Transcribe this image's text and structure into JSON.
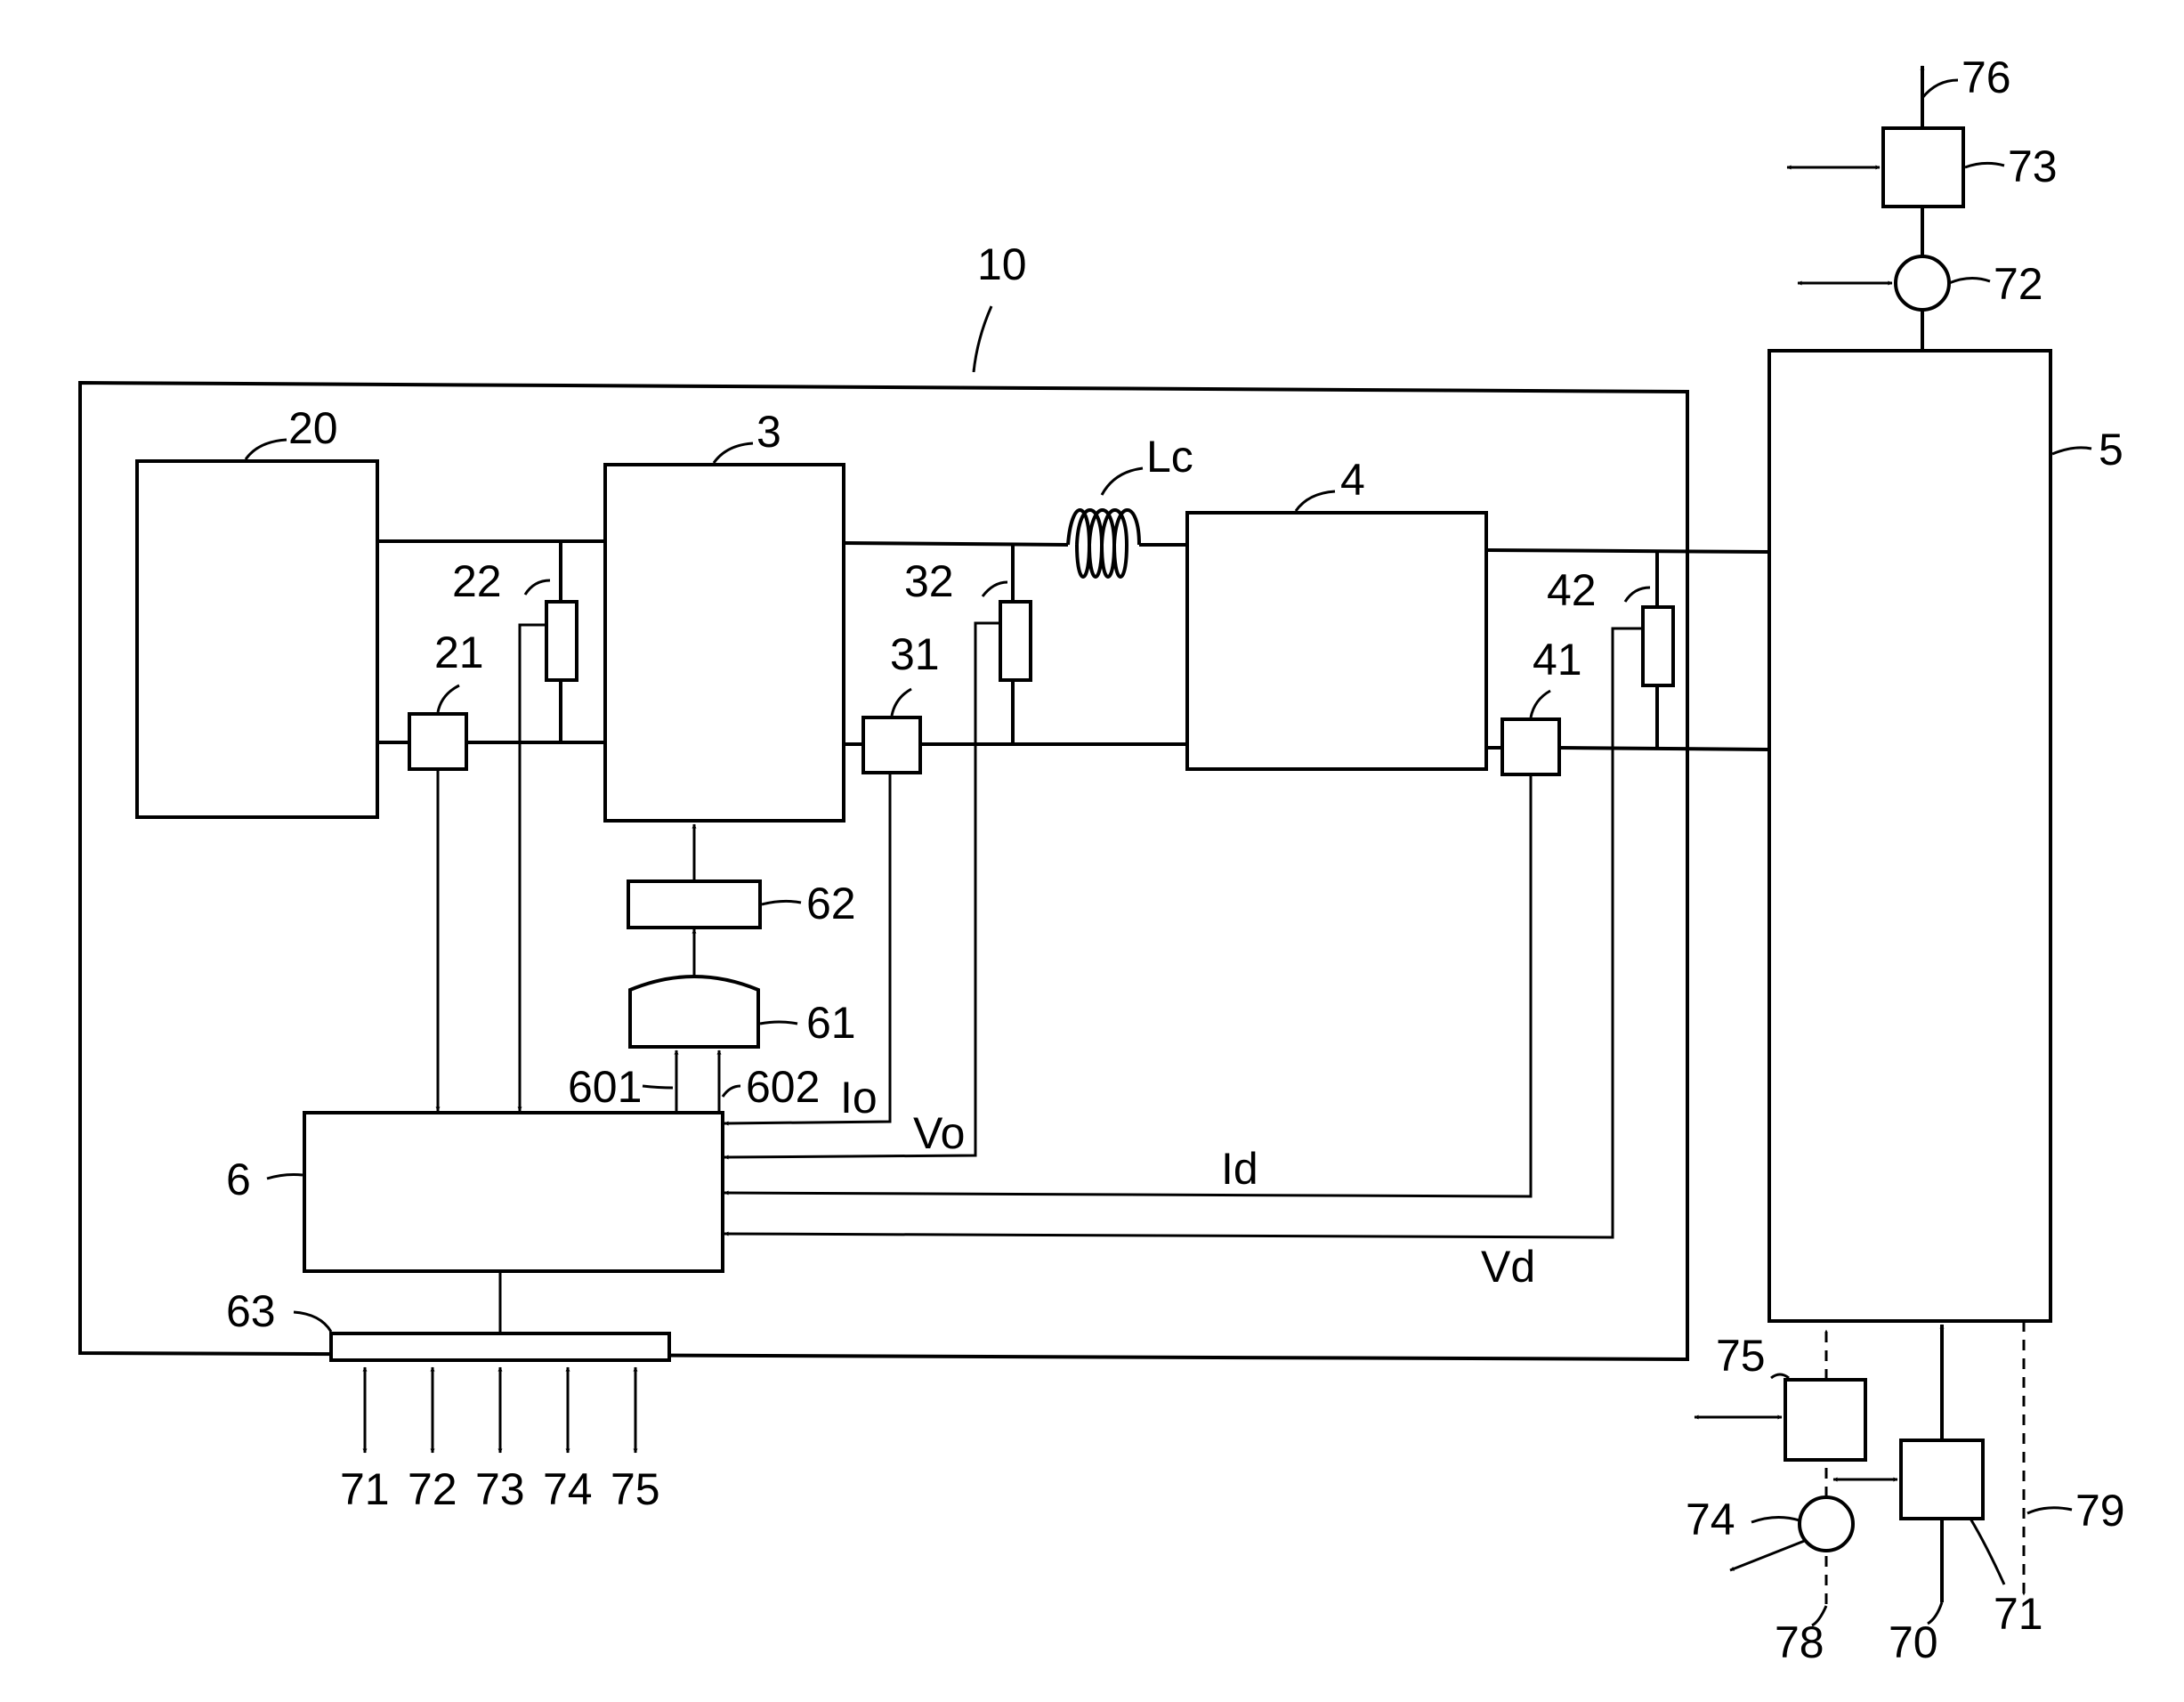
{
  "labels": {
    "l10": "10",
    "l20": "20",
    "l3": "3",
    "l4": "4",
    "l5": "5",
    "l6": "6",
    "lLc": "Lc",
    "l21": "21",
    "l22": "22",
    "l31": "31",
    "l32": "32",
    "l41": "41",
    "l42": "42",
    "l61": "61",
    "l62": "62",
    "l63": "63",
    "l601": "601",
    "l602": "602",
    "lIo": "Io",
    "lVo": "Vo",
    "lId": "Id",
    "lVd": "Vd",
    "b71": "71",
    "b72": "72",
    "b73": "73",
    "b74": "74",
    "b75": "75",
    "r70": "70",
    "r71": "71",
    "r72": "72",
    "r73": "73",
    "r74": "74",
    "r75": "75",
    "r76": "76",
    "r78": "78",
    "r79": "79"
  }
}
